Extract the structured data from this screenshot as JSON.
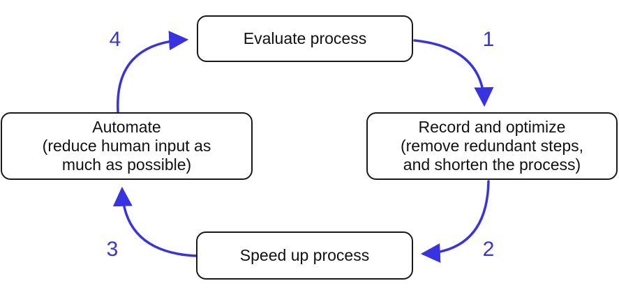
{
  "diagram": {
    "type": "cycle",
    "arrow_color": "#3733e2",
    "box_border_color": "#1a1a1a",
    "box_fill_color": "#ffffff",
    "text_color": "#111111",
    "nodes": [
      {
        "id": "evaluate-process",
        "lines": [
          "Evaluate process"
        ]
      },
      {
        "id": "record-and-optimize",
        "lines": [
          "Record and optimize",
          "(remove redundant steps,",
          "and shorten the process)"
        ]
      },
      {
        "id": "speed-up-process",
        "lines": [
          "Speed up process"
        ]
      },
      {
        "id": "automate",
        "lines": [
          "Automate",
          "(reduce human input as",
          "much as possible)"
        ]
      }
    ],
    "steps": [
      {
        "label": "1",
        "from": "evaluate-process",
        "to": "record-and-optimize"
      },
      {
        "label": "2",
        "from": "record-and-optimize",
        "to": "speed-up-process"
      },
      {
        "label": "3",
        "from": "speed-up-process",
        "to": "automate"
      },
      {
        "label": "4",
        "from": "automate",
        "to": "evaluate-process"
      }
    ]
  }
}
